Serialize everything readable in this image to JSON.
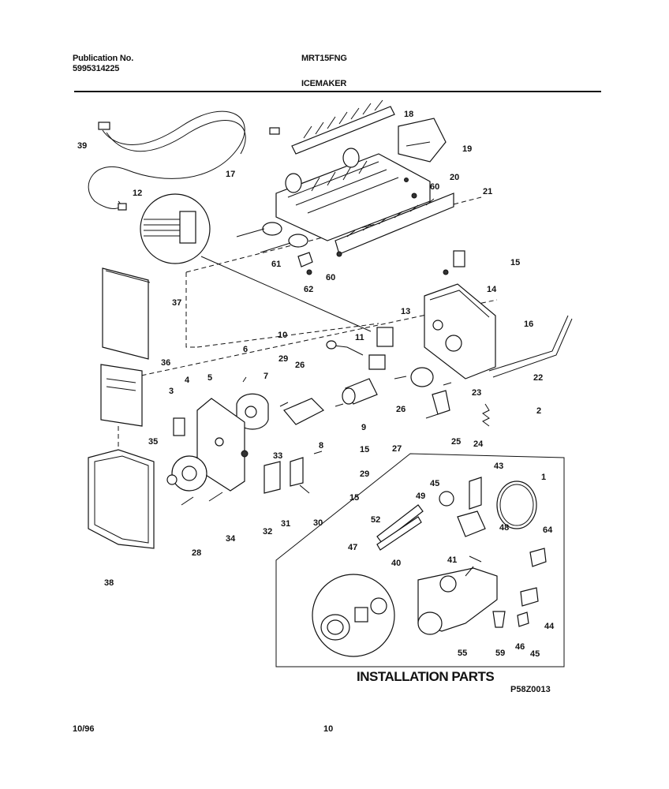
{
  "header": {
    "publication_label": "Publication No.",
    "publication_number": "5995314225",
    "model": "MRT15FNG",
    "section": "ICEMAKER"
  },
  "installation_title": "INSTALLATION PARTS",
  "diagram_ref": "P58Z0013",
  "footer": {
    "date": "10/96",
    "page": "10"
  },
  "callouts": [
    "39",
    "18",
    "19",
    "20",
    "60",
    "21",
    "17",
    "12",
    "61",
    "60",
    "62",
    "15",
    "14",
    "37",
    "16",
    "13",
    "10",
    "11",
    "6",
    "29",
    "26",
    "7",
    "36",
    "3",
    "4",
    "5",
    "26",
    "9",
    "27",
    "15",
    "8",
    "23",
    "22",
    "2",
    "24",
    "25",
    "35",
    "33",
    "29",
    "15",
    "28",
    "34",
    "32",
    "31",
    "30",
    "38",
    "43",
    "45",
    "49",
    "1",
    "52",
    "64",
    "48",
    "47",
    "40",
    "41",
    "55",
    "59",
    "46",
    "45",
    "44"
  ]
}
